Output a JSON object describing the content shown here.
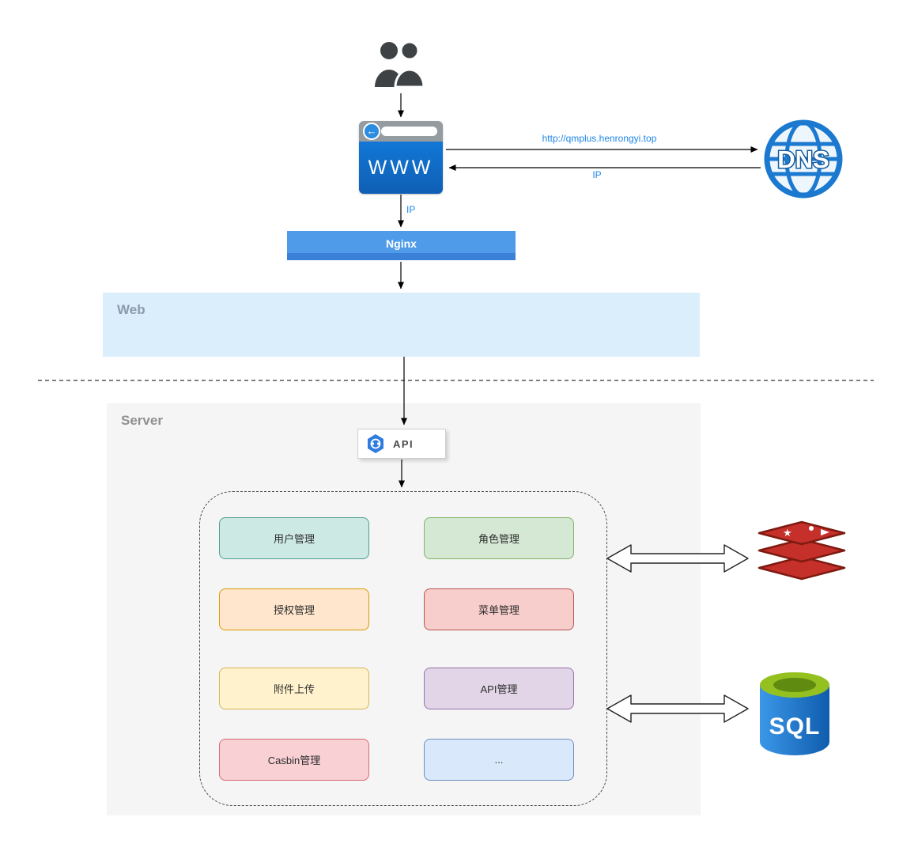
{
  "nodes": {
    "browser": {
      "label": "WWW"
    },
    "dns": {
      "label": "DNS"
    },
    "nginx": {
      "label": "Nginx"
    },
    "api": {
      "label": "API"
    },
    "database": {
      "label": "SQL"
    }
  },
  "edges": {
    "browser_to_dns": "http://qmplus.henrongyi.top",
    "dns_to_browser": "IP",
    "browser_to_nginx": "IP"
  },
  "zones": {
    "web": {
      "label": "Web",
      "fill": "#daeefb"
    },
    "server": {
      "label": "Server",
      "fill": "#f5f5f5"
    }
  },
  "modules": [
    {
      "label": "用户管理",
      "fill": "#cde9e4",
      "border": "#4f9e8f"
    },
    {
      "label": "角色管理",
      "fill": "#d5e8d4",
      "border": "#82b366"
    },
    {
      "label": "授权管理",
      "fill": "#ffe6cc",
      "border": "#d79b00"
    },
    {
      "label": "菜单管理",
      "fill": "#f8cecc",
      "border": "#b85450"
    },
    {
      "label": "附件上传",
      "fill": "#fff2cc",
      "border": "#d6b656"
    },
    {
      "label": "API管理",
      "fill": "#e1d5e7",
      "border": "#9673a6"
    },
    {
      "label": "Casbin管理",
      "fill": "#f9d0d4",
      "border": "#d66b70"
    },
    {
      "label": "...",
      "fill": "#dae8fc",
      "border": "#6c8ebf"
    }
  ],
  "icons": {
    "users": "users-icon",
    "back": "back-arrow-icon",
    "dns": "globe-icon",
    "api": "hexagon-api-icon",
    "redis": "redis-stack-icon",
    "sql": "database-cylinder-icon",
    "sync": "double-arrow-icon"
  },
  "colors": {
    "edge_label": "#1c86e8",
    "browser_blue": "#1177d6",
    "nginx_blue": "#4f9bea",
    "dns_blue": "#1c79d0",
    "redis_red": "#c6302b",
    "sql_blue": "#1878d2",
    "sql_top_green": "#94c120"
  }
}
